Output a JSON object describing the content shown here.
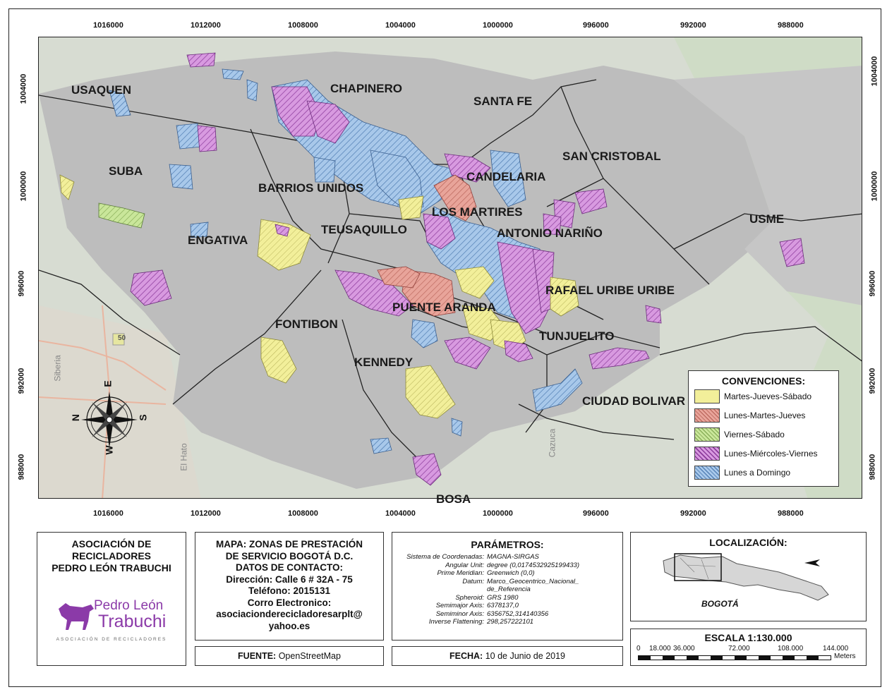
{
  "coords": {
    "x_ticks": [
      "1016000",
      "1012000",
      "1008000",
      "1004000",
      "1000000",
      "996000",
      "992000",
      "988000"
    ],
    "y_ticks": [
      "1004000",
      "1000000",
      "996000",
      "992000",
      "988000"
    ]
  },
  "localities": {
    "usaquen": "USAQUEN",
    "chapinero": "CHAPINERO",
    "santa_fe": "SANTA FE",
    "san_cristobal": "SAN CRISTOBAL",
    "suba": "SUBA",
    "candelaria": "CANDELARIA",
    "barrios_unidos": "BARRIOS UNIDOS",
    "los_martires": "LOS MARTIRES",
    "usme": "USME",
    "teusaquillo": "TEUSAQUILLO",
    "engativa": "ENGATIVA",
    "antonio_narino": "ANTONIO NARIÑO",
    "rafael_uribe": "RAFAEL URIBE URIBE",
    "puente_aranda": "PUENTE ARANDA",
    "fontibon": "FONTIBON",
    "tunjuelito": "TUNJUELITO",
    "kennedy": "KENNEDY",
    "ciudad_bolivar": "CIUDAD BOLIVAR",
    "bosa": "BOSA"
  },
  "basemap_labels": {
    "siberia": "Siberia",
    "el_hato": "El Hato",
    "cazuca": "Cazuca",
    "road_50": "50"
  },
  "compass": {
    "n": "N",
    "s": "S",
    "e": "E",
    "w": "W"
  },
  "legend": {
    "title": "CONVENCIONES:",
    "items": [
      {
        "label": "Martes-Jueves-Sábado",
        "color": "#f2ef9a"
      },
      {
        "label": "Lunes-Martes-Jueves",
        "color": "#e8a49a"
      },
      {
        "label": "Viernes-Sábado",
        "color": "#c9e69a"
      },
      {
        "label": "Lunes-Miércoles-Viernes",
        "color": "#d89ae0"
      },
      {
        "label": "Lunes a Domingo",
        "color": "#a8c8ea"
      }
    ]
  },
  "org": {
    "line1": "ASOCIACIÓN DE",
    "line2": "RECICLADORES",
    "line3": "PEDRO LEÓN TRABUCHI",
    "logo_line1": "Pedro León",
    "logo_line2": "Trabuchi",
    "logo_sub": "ASOCIACIÓN DE RECICLADORES"
  },
  "map_info": {
    "l1": "MAPA: ZONAS DE PRESTACIÓN",
    "l2": "DE SERVICIO BOGOTÁ D.C.",
    "l3": "DATOS DE CONTACTO:",
    "l4": "Dirección: Calle 6 # 32A - 75",
    "l5": "Teléfono: 2015131",
    "l6": "Corro Electronico:",
    "l7": "asociacionderecicladoresarplt@",
    "l8": "yahoo.es"
  },
  "fuente": {
    "label": "FUENTE:",
    "value": "OpenStreetMap"
  },
  "params": {
    "title": "PARÁMETROS:",
    "rows": [
      {
        "k": "Sistema de Coordenadas:",
        "v": "MAGNA-SIRGAS"
      },
      {
        "k": "Angular Unit:",
        "v": "degree (0,0174532925199433)"
      },
      {
        "k": "Prime Meridian:",
        "v": "Greenwich (0,0)"
      },
      {
        "k": "Datum:",
        "v": "Marco_Geocentrico_Nacional_"
      },
      {
        "k": "",
        "v": "de_Referencia"
      },
      {
        "k": "Spheroid:",
        "v": "GRS 1980"
      },
      {
        "k": "Semimajor Axis:",
        "v": "6378137,0"
      },
      {
        "k": "Semiminor Axis:",
        "v": "6356752,314140356"
      },
      {
        "k": "Inverse Flattening:",
        "v": "298,257222101"
      }
    ]
  },
  "fecha": {
    "label": "FECHA:",
    "value": "10 de Junio de 2019"
  },
  "localizacion": {
    "title": "LOCALIZACIÓN:",
    "city": "BOGOTÁ"
  },
  "escala": {
    "title": "ESCALA  1:130.000",
    "ticks": [
      "0",
      "18.000",
      "36.000",
      "72.000",
      "108.000",
      "144.000"
    ],
    "unit": "Meters"
  }
}
